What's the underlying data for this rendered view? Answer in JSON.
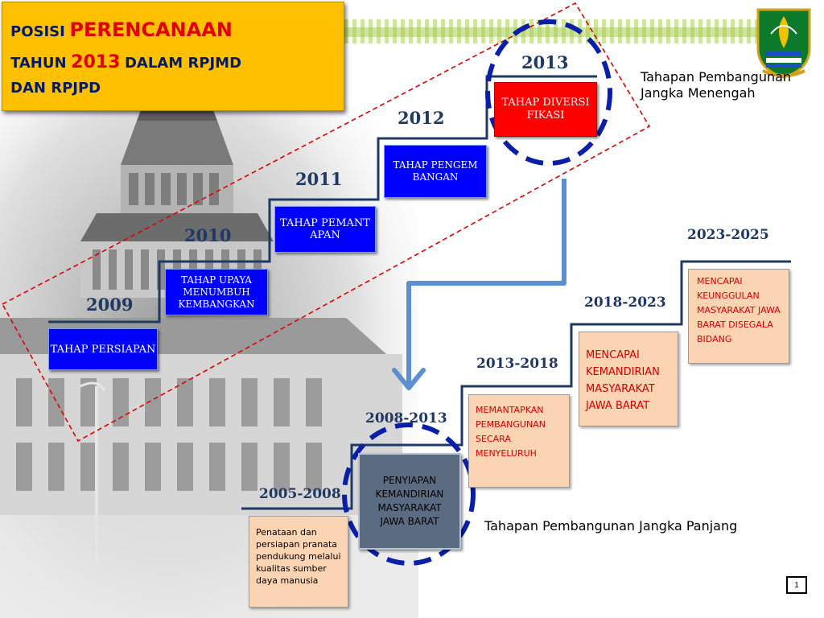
{
  "title": {
    "line1_prefix": "POSISI",
    "line1_highlight": "PERENCANAAN",
    "line2_prefix": "TAHUN",
    "line2_year": "2013",
    "line2_suffix": "DALAM RPJMD",
    "line3": "DAN RPJPD"
  },
  "rpjmd": {
    "caption": "Tahapan Pembangunan Jangka Menengah",
    "steps": [
      {
        "year": "2009",
        "label": "TAHAP PERSIAPAN"
      },
      {
        "year": "2010",
        "label": "TAHAP UPAYA MENUMBUH KEMBANGKAN"
      },
      {
        "year": "2011",
        "label": "TAHAP PEMANTAPAN"
      },
      {
        "year": "2012",
        "label": "TAHAP PENGEMBANGAN"
      },
      {
        "year": "2013",
        "label": "TAHAP DIVERSIFIKASI"
      }
    ]
  },
  "rpjpd": {
    "caption": "Tahapan Pembangunan Jangka Panjang",
    "steps": [
      {
        "period": "2005-2008",
        "label": "Penataan dan persiapan pranata pendukung melalui kualitas sumber daya manusia"
      },
      {
        "period": "2008-2013",
        "label": "PENYIAPAN KEMANDIRIAN MASYARAKAT JAWA BARAT"
      },
      {
        "period": "2013-2018",
        "label": "MEMANTAPKAN PEMBANGUNAN SECARA MENYELURUH"
      },
      {
        "period": "2018-2023",
        "label": "MENCAPAI KEMANDIRIAN MASYARAKAT JAWA BARAT"
      },
      {
        "period": "2023-2025",
        "label": "MENCAPAI KEUNGGULAN MASYARAKAT JAWA BARAT DISEGALA BIDANG"
      }
    ]
  },
  "page_number": "1",
  "colors": {
    "title_bg": "#ffc000",
    "title_text": "#001a66",
    "highlight_red": "#e00000",
    "step_blue": "#0000ff",
    "current_red": "#ff0000",
    "peach": "#fbd4b4",
    "staircase_navy": "#1f3864",
    "arrow_blue": "#5b8fd0",
    "circle_navy": "#0a1fa8",
    "dashed_red": "#e00000"
  }
}
